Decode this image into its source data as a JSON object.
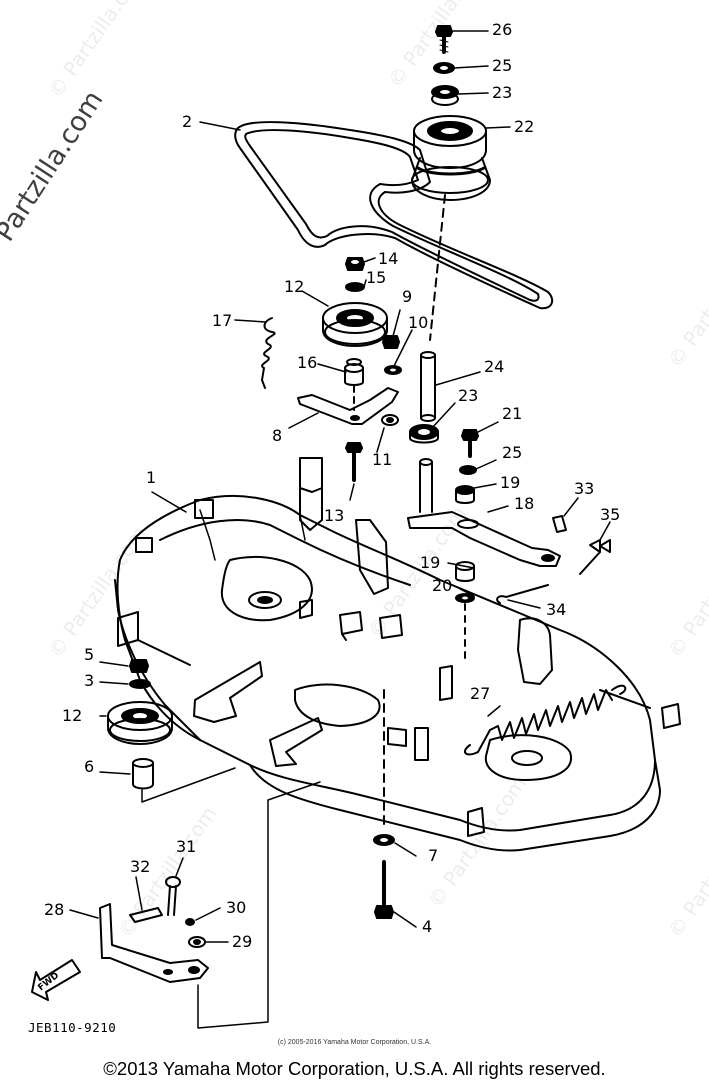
{
  "watermark": {
    "main": "© Partzilla.com",
    "faint": "© Partzilla.com"
  },
  "callouts": [
    {
      "id": "c1",
      "text": "1"
    },
    {
      "id": "c2",
      "text": "2"
    },
    {
      "id": "c3",
      "text": "3"
    },
    {
      "id": "c4",
      "text": "4"
    },
    {
      "id": "c5",
      "text": "5"
    },
    {
      "id": "c6",
      "text": "6"
    },
    {
      "id": "c7",
      "text": "7"
    },
    {
      "id": "c8",
      "text": "8"
    },
    {
      "id": "c9",
      "text": "9"
    },
    {
      "id": "c10",
      "text": "10"
    },
    {
      "id": "c11",
      "text": "11"
    },
    {
      "id": "c12a",
      "text": "12"
    },
    {
      "id": "c12b",
      "text": "12"
    },
    {
      "id": "c13",
      "text": "13"
    },
    {
      "id": "c14",
      "text": "14"
    },
    {
      "id": "c15",
      "text": "15"
    },
    {
      "id": "c16",
      "text": "16"
    },
    {
      "id": "c17",
      "text": "17"
    },
    {
      "id": "c18",
      "text": "18"
    },
    {
      "id": "c19a",
      "text": "19"
    },
    {
      "id": "c19b",
      "text": "19"
    },
    {
      "id": "c20",
      "text": "20"
    },
    {
      "id": "c21",
      "text": "21"
    },
    {
      "id": "c22",
      "text": "22"
    },
    {
      "id": "c23a",
      "text": "23"
    },
    {
      "id": "c23b",
      "text": "23"
    },
    {
      "id": "c24",
      "text": "24"
    },
    {
      "id": "c25a",
      "text": "25"
    },
    {
      "id": "c25b",
      "text": "25"
    },
    {
      "id": "c26",
      "text": "26"
    },
    {
      "id": "c27",
      "text": "27"
    },
    {
      "id": "c28",
      "text": "28"
    },
    {
      "id": "c29",
      "text": "29"
    },
    {
      "id": "c30",
      "text": "30"
    },
    {
      "id": "c31",
      "text": "31"
    },
    {
      "id": "c32",
      "text": "32"
    },
    {
      "id": "c33",
      "text": "33"
    },
    {
      "id": "c34",
      "text": "34"
    },
    {
      "id": "c35",
      "text": "35"
    }
  ],
  "direction_label": "FWD",
  "drawing_code": "JEB110-9210",
  "fine_print": "(c) 2005-2016 Yamaha Motor Corporation, U.S.A.",
  "copyright": "©2013 Yamaha Motor Corporation, U.S.A. All rights reserved."
}
